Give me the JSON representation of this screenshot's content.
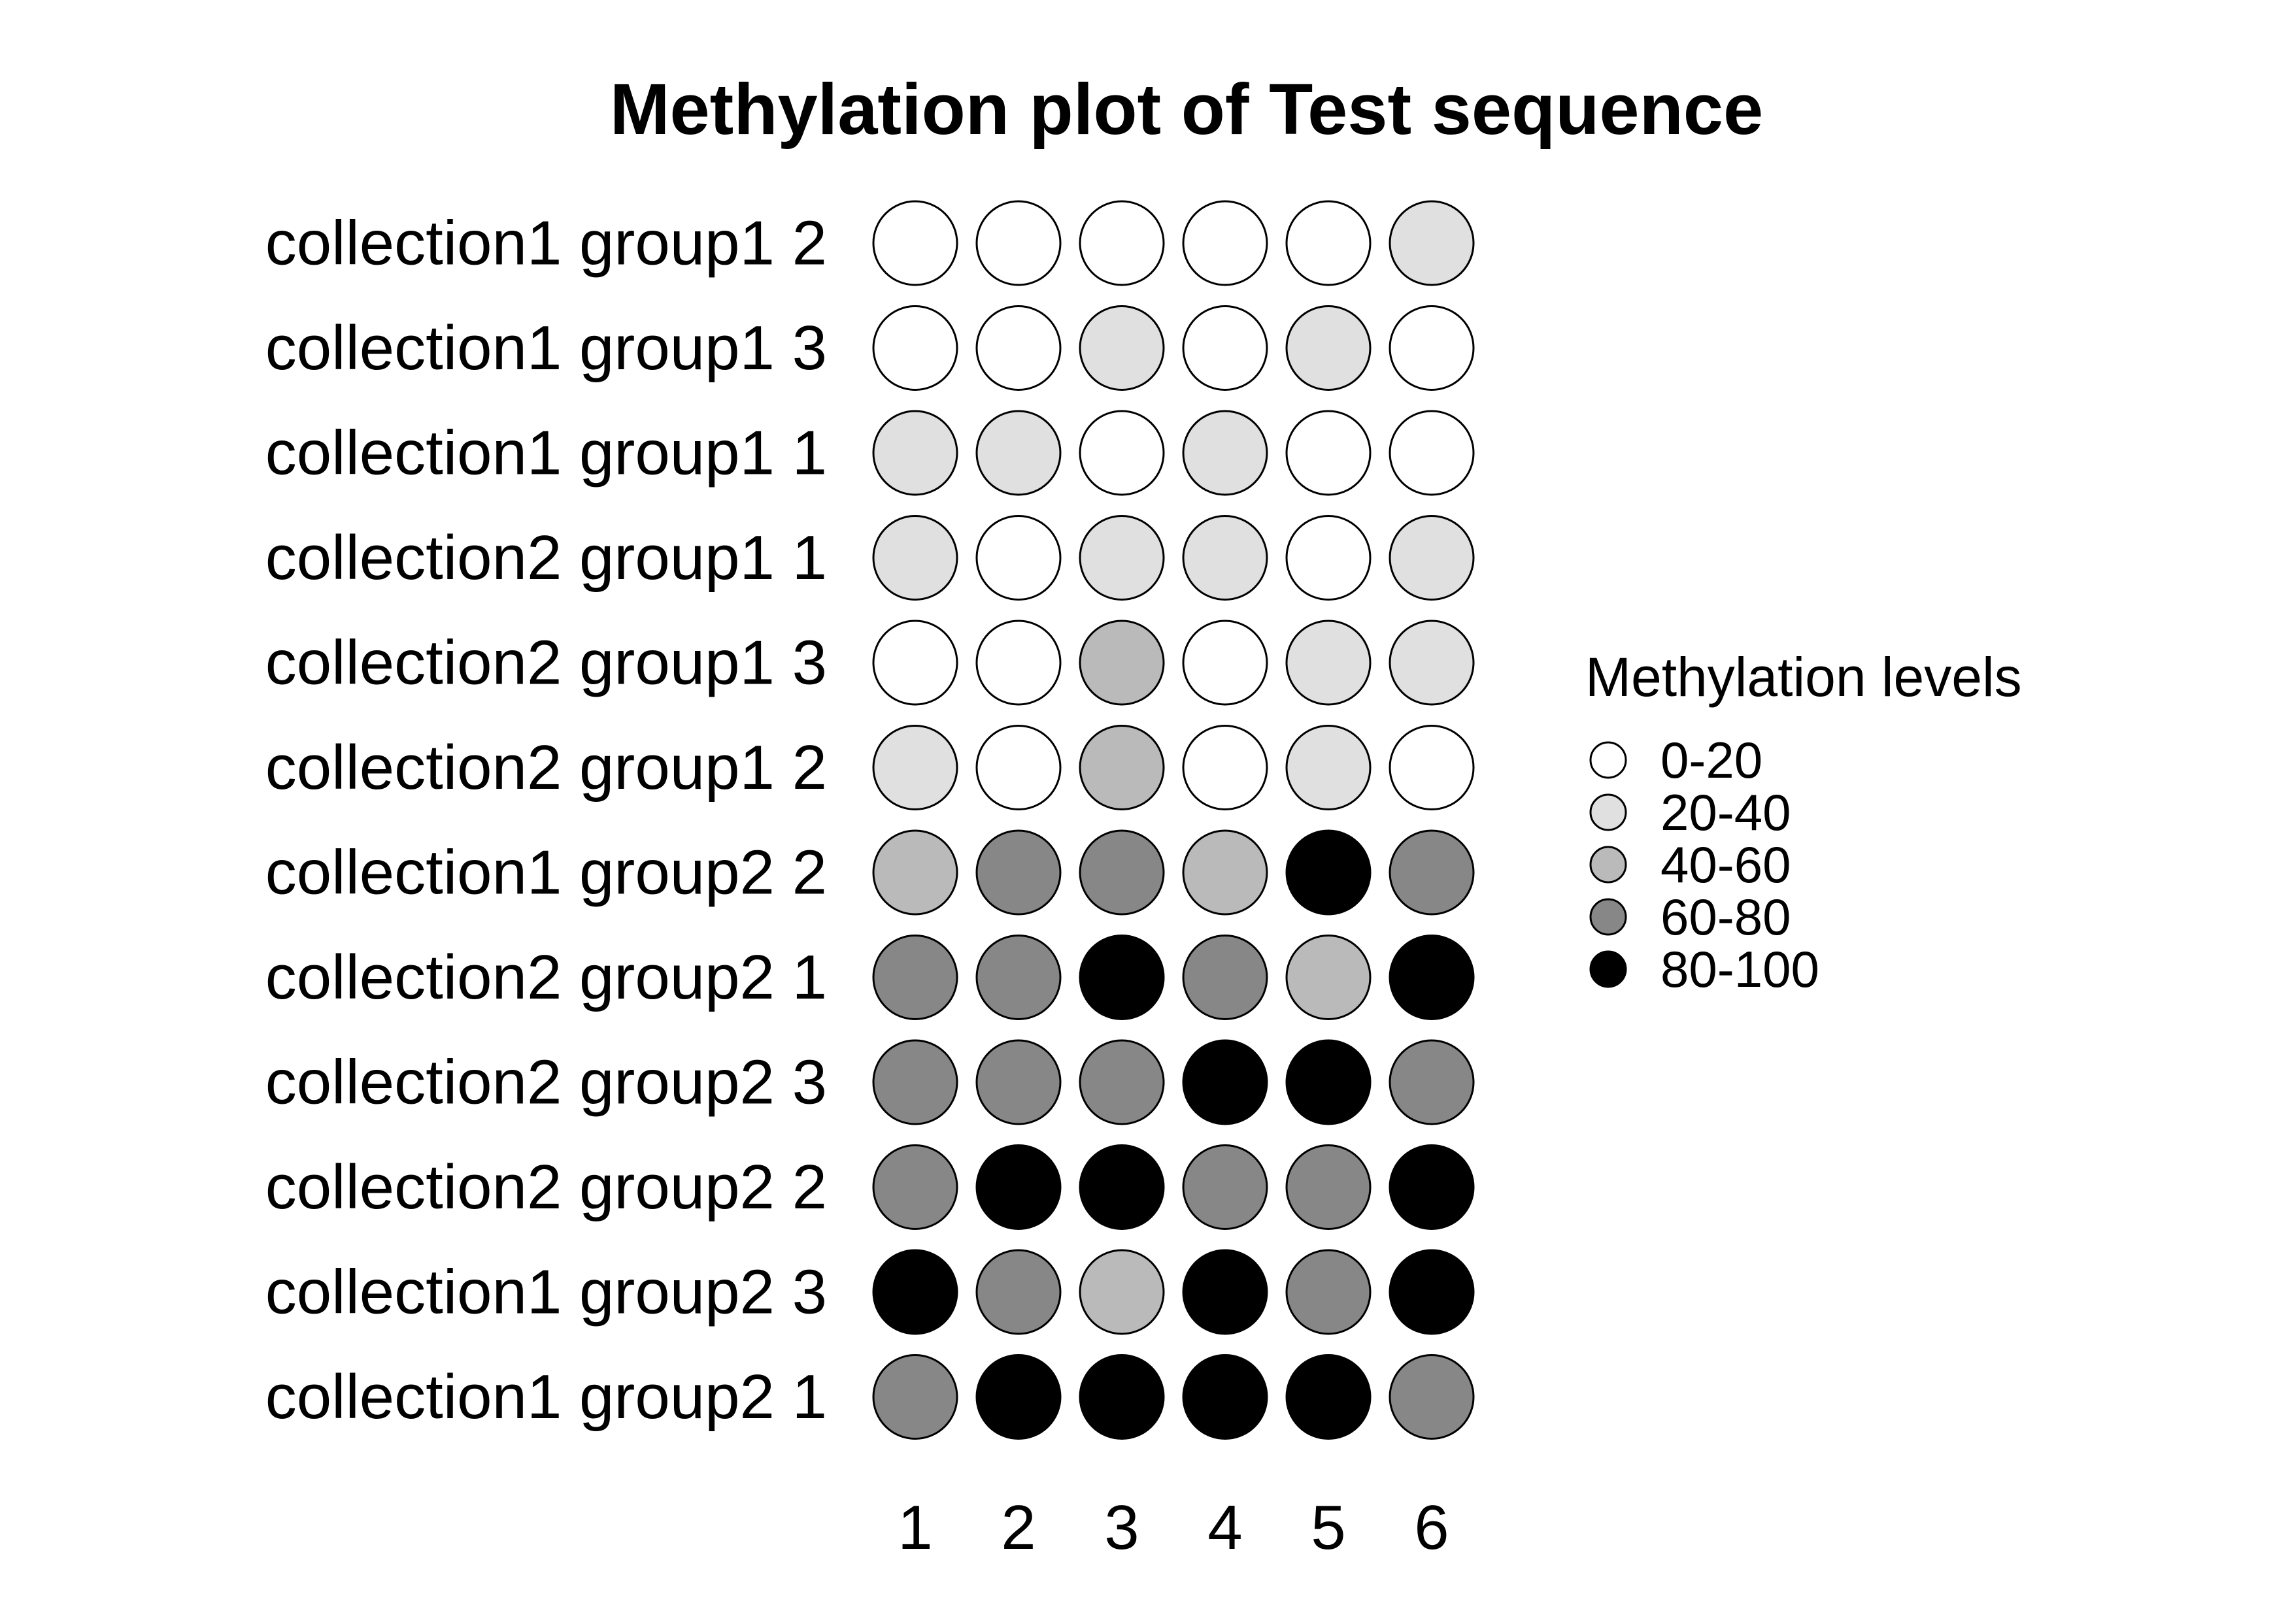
{
  "chart_data": {
    "type": "heatmap",
    "title": "Methylation plot of Test sequence",
    "x": [
      "1",
      "2",
      "3",
      "4",
      "5",
      "6"
    ],
    "rows": [
      {
        "label": "collection1 group1 2",
        "values": [
          0,
          0,
          0,
          0,
          0,
          1
        ]
      },
      {
        "label": "collection1 group1 3",
        "values": [
          0,
          0,
          1,
          0,
          1,
          0
        ]
      },
      {
        "label": "collection1 group1 1",
        "values": [
          1,
          1,
          0,
          1,
          0,
          0
        ]
      },
      {
        "label": "collection2 group1 1",
        "values": [
          1,
          0,
          1,
          1,
          0,
          1
        ]
      },
      {
        "label": "collection2 group1 3",
        "values": [
          0,
          0,
          2,
          0,
          1,
          1
        ]
      },
      {
        "label": "collection2 group1 2",
        "values": [
          1,
          0,
          2,
          0,
          1,
          0
        ]
      },
      {
        "label": "collection1 group2 2",
        "values": [
          2,
          3,
          3,
          2,
          4,
          3
        ]
      },
      {
        "label": "collection2 group2 1",
        "values": [
          3,
          3,
          4,
          3,
          2,
          4
        ]
      },
      {
        "label": "collection2 group2 3",
        "values": [
          3,
          3,
          3,
          4,
          4,
          3
        ]
      },
      {
        "label": "collection2 group2 2",
        "values": [
          3,
          4,
          4,
          3,
          3,
          4
        ]
      },
      {
        "label": "collection1 group2 3",
        "values": [
          4,
          3,
          2,
          4,
          3,
          4
        ]
      },
      {
        "label": "collection1 group2 1",
        "values": [
          3,
          4,
          4,
          4,
          4,
          3
        ]
      }
    ],
    "legend": {
      "title": "Methylation levels",
      "placement": "right",
      "levels": [
        {
          "label": "0-20",
          "color": "#ffffff"
        },
        {
          "label": "20-40",
          "color": "#e0e0e0"
        },
        {
          "label": "40-60",
          "color": "#bababa"
        },
        {
          "label": "60-80",
          "color": "#878787"
        },
        {
          "label": "80-100",
          "color": "#000000"
        }
      ]
    },
    "grid": false
  }
}
